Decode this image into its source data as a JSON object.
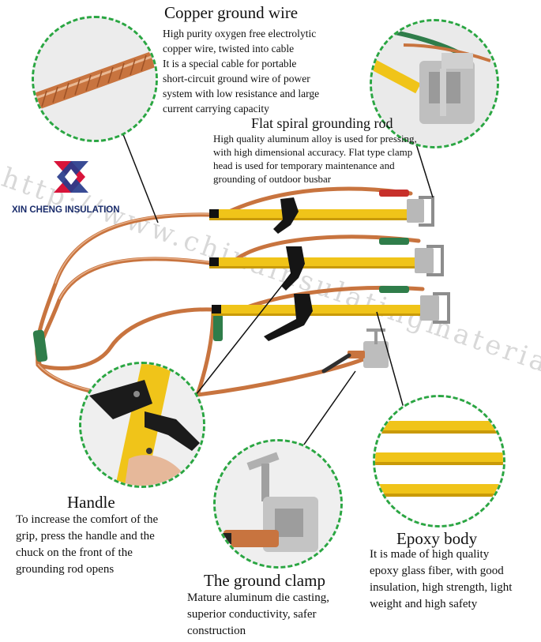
{
  "watermark": "http://www.chinainsulatingmaterial.com",
  "brand": {
    "name": "XIN CHENG INSULATION",
    "colors": {
      "red": "#d8143a",
      "blue": "#283c8c"
    }
  },
  "sections": {
    "copper_wire": {
      "title": "Copper ground wire",
      "lines": [
        "High purity oxygen free electrolytic",
        "copper wire, twisted into cable",
        "It is a special cable for portable",
        "short-circuit ground wire of power",
        "system with low resistance and large",
        "current carrying capacity"
      ]
    },
    "spiral_rod": {
      "title": "Flat spiral grounding rod",
      "lines": [
        "High quality aluminum alloy is used for pressing,",
        "with high dimensional accuracy. Flat type clamp",
        "head is used for temporary maintenance and",
        "grounding of outdoor busbar"
      ]
    },
    "handle": {
      "title": "Handle",
      "lines": [
        "To increase the comfort of the",
        "grip, press the handle and the",
        "chuck on the front of the",
        "grounding rod opens"
      ]
    },
    "ground_clamp": {
      "title": "The ground clamp",
      "lines": [
        "Mature aluminum die casting,",
        "superior conductivity, safer",
        "construction"
      ]
    },
    "epoxy_body": {
      "title": "Epoxy body",
      "lines": [
        "It is made of high quality",
        "epoxy glass fiber, with good",
        "insulation, high strength, light",
        "weight and high safety"
      ]
    }
  },
  "colors": {
    "accent_green": "#2aa642",
    "rod_yellow": "#f0c419",
    "copper": "#c8743f",
    "aluminum": "#b8b8b8"
  }
}
